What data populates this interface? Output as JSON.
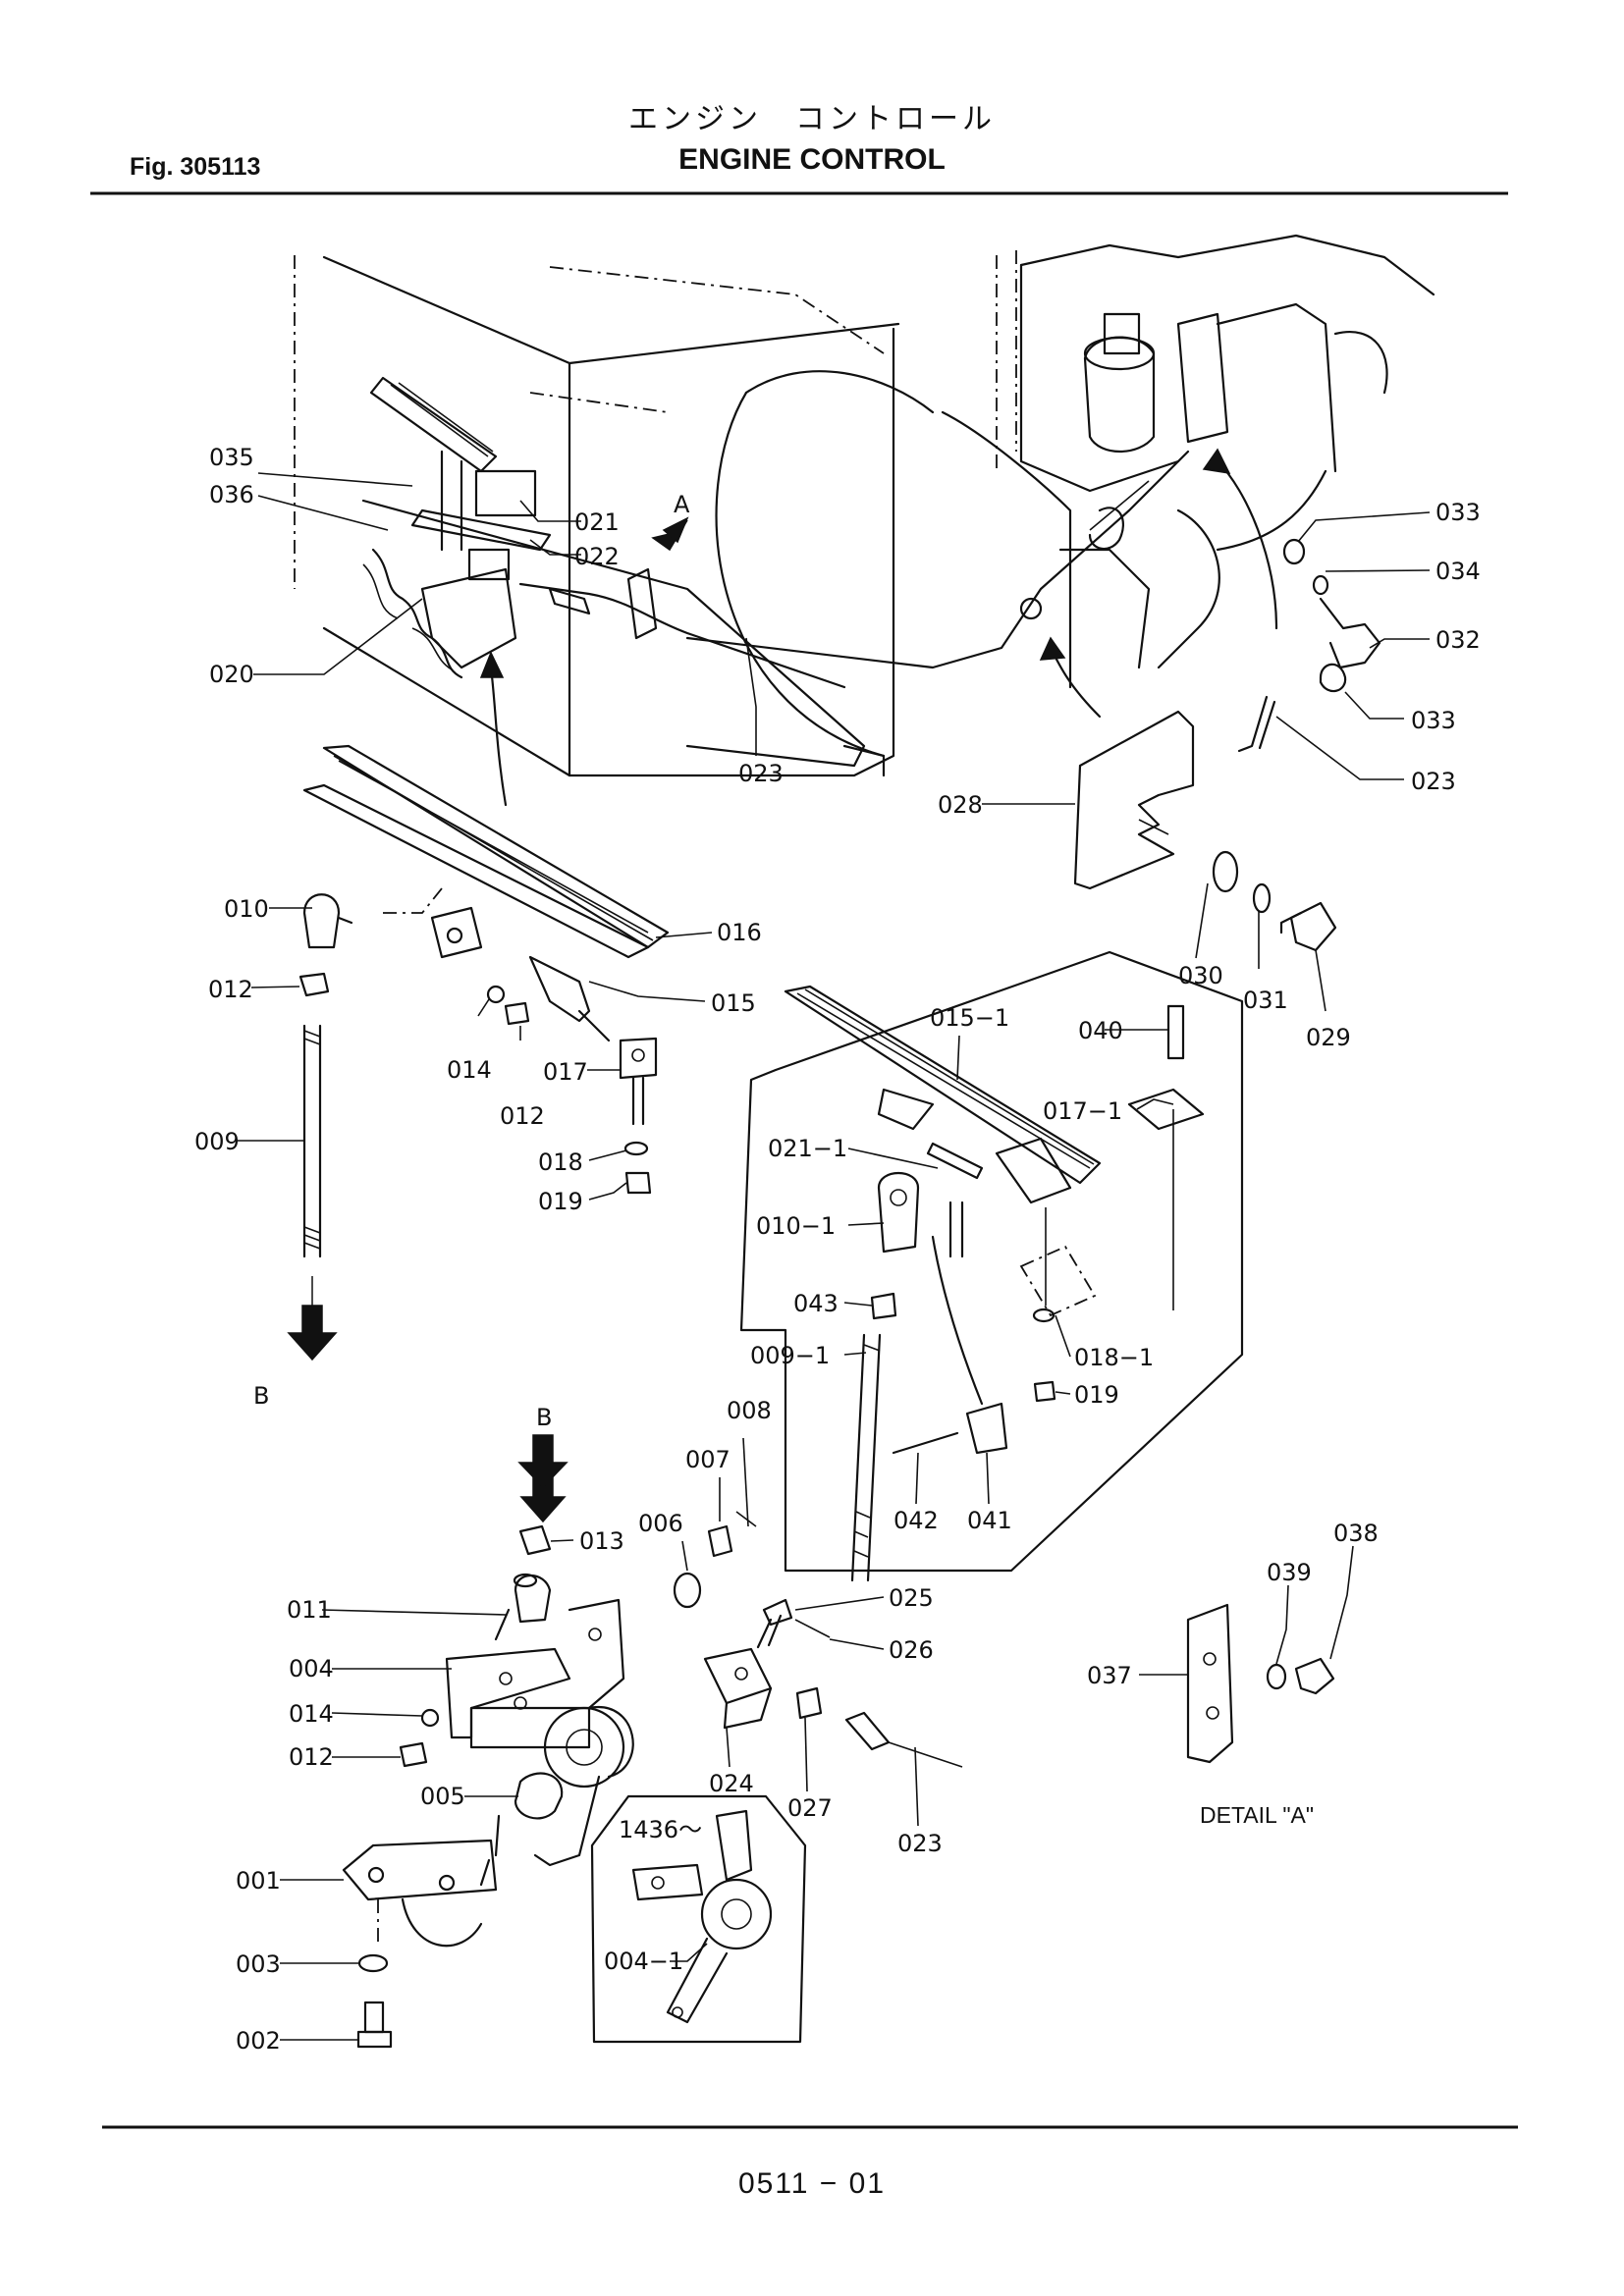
{
  "figure": {
    "number": "Fig. 305113",
    "title_jp": "エンジン　コントロール",
    "title_en": "ENGINE  CONTROL",
    "page_number": "0511 − 01"
  },
  "callouts": {
    "arrow_a": "A",
    "arrow_b_top": "B",
    "arrow_b_bottom": "B",
    "serial_range": "1436〜",
    "detail_caption": "DETAIL  \"A\""
  },
  "parts": [
    {
      "id": "p035",
      "label": "035"
    },
    {
      "id": "p036",
      "label": "036"
    },
    {
      "id": "p021",
      "label": "021"
    },
    {
      "id": "p022",
      "label": "022"
    },
    {
      "id": "p020",
      "label": "020"
    },
    {
      "id": "p023a",
      "label": "023"
    },
    {
      "id": "p033a",
      "label": "033"
    },
    {
      "id": "p034",
      "label": "034"
    },
    {
      "id": "p032",
      "label": "032"
    },
    {
      "id": "p033b",
      "label": "033"
    },
    {
      "id": "p023b",
      "label": "023"
    },
    {
      "id": "p028",
      "label": "028"
    },
    {
      "id": "p030",
      "label": "030"
    },
    {
      "id": "p031",
      "label": "031"
    },
    {
      "id": "p029",
      "label": "029"
    },
    {
      "id": "p010",
      "label": "010"
    },
    {
      "id": "p016",
      "label": "016"
    },
    {
      "id": "p012a",
      "label": "012"
    },
    {
      "id": "p015",
      "label": "015"
    },
    {
      "id": "p014a",
      "label": "014"
    },
    {
      "id": "p012b",
      "label": "012"
    },
    {
      "id": "p017",
      "label": "017"
    },
    {
      "id": "p009",
      "label": "009"
    },
    {
      "id": "p018",
      "label": "018"
    },
    {
      "id": "p019a",
      "label": "019"
    },
    {
      "id": "p015_1",
      "label": "015−1"
    },
    {
      "id": "p040",
      "label": "040"
    },
    {
      "id": "p017_1",
      "label": "017−1"
    },
    {
      "id": "p021_1",
      "label": "021−1"
    },
    {
      "id": "p010_1",
      "label": "010−1"
    },
    {
      "id": "p043",
      "label": "043"
    },
    {
      "id": "p009_1",
      "label": "009−1"
    },
    {
      "id": "p018_1",
      "label": "018−1"
    },
    {
      "id": "p019b",
      "label": "019"
    },
    {
      "id": "p008",
      "label": "008"
    },
    {
      "id": "p007",
      "label": "007"
    },
    {
      "id": "p006",
      "label": "006"
    },
    {
      "id": "p042",
      "label": "042"
    },
    {
      "id": "p041",
      "label": "041"
    },
    {
      "id": "p013",
      "label": "013"
    },
    {
      "id": "p011",
      "label": "011"
    },
    {
      "id": "p004",
      "label": "004"
    },
    {
      "id": "p014b",
      "label": "014"
    },
    {
      "id": "p012c",
      "label": "012"
    },
    {
      "id": "p005",
      "label": "005"
    },
    {
      "id": "p001",
      "label": "001"
    },
    {
      "id": "p003",
      "label": "003"
    },
    {
      "id": "p002",
      "label": "002"
    },
    {
      "id": "p025",
      "label": "025"
    },
    {
      "id": "p026",
      "label": "026"
    },
    {
      "id": "p024",
      "label": "024"
    },
    {
      "id": "p027",
      "label": "027"
    },
    {
      "id": "p023c",
      "label": "023"
    },
    {
      "id": "p004_1",
      "label": "004−1"
    },
    {
      "id": "p037",
      "label": "037"
    },
    {
      "id": "p038",
      "label": "038"
    },
    {
      "id": "p039",
      "label": "039"
    }
  ]
}
